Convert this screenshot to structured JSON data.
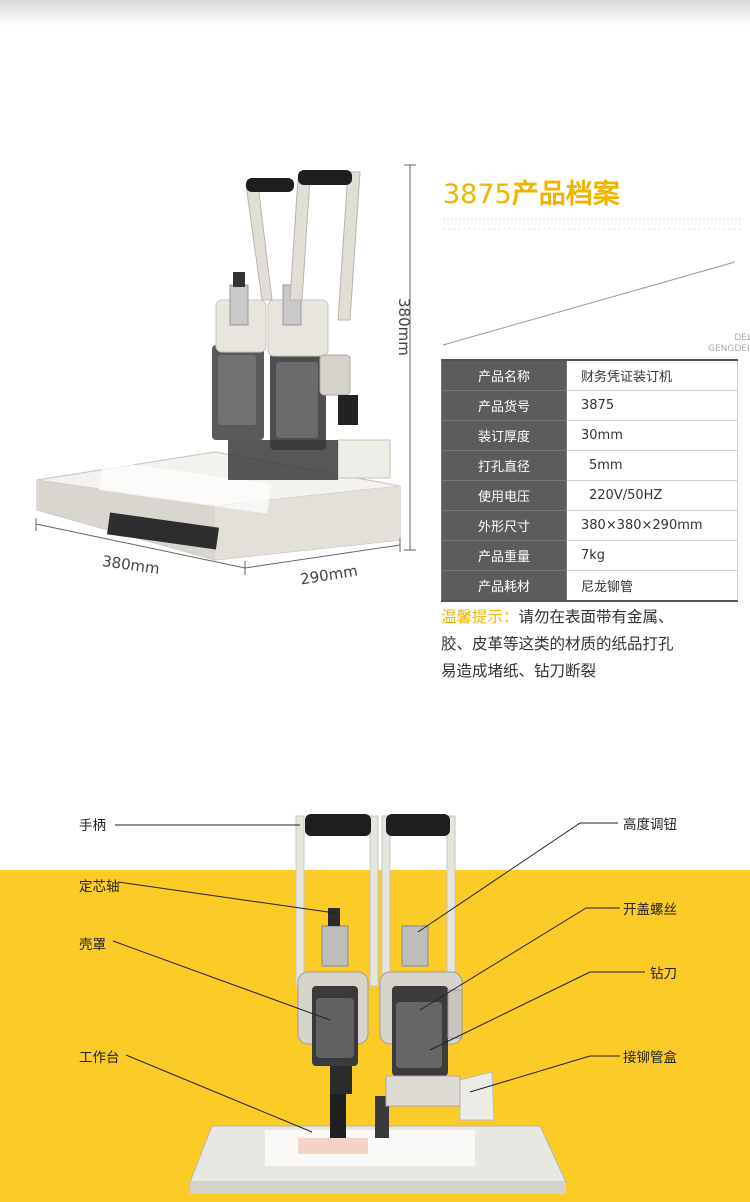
{
  "product_profile": {
    "title_number": "3875",
    "title_text": "产品档案",
    "brand_line1": "DELI",
    "brand_line2": "GENGDELI"
  },
  "dimensions": {
    "height": "380mm",
    "width": "380mm",
    "depth": "290mm"
  },
  "specs": [
    {
      "key": "产品名称",
      "value": "财务凭证装订机"
    },
    {
      "key": "产品货号",
      "value": "3875"
    },
    {
      "key": "装订厚度",
      "value": "30mm"
    },
    {
      "key": "打孔直径",
      "value": "5mm"
    },
    {
      "key": "使用电压",
      "value": "220V/50HZ"
    },
    {
      "key": "外形尺寸",
      "value": "380×380×290mm"
    },
    {
      "key": "产品重量",
      "value": "7kg"
    },
    {
      "key": "产品耗材",
      "value": "尼龙铆管"
    }
  ],
  "tip": {
    "label": "温馨提示：",
    "line1": "请勿在表面带有金属、",
    "line2": "胶、皮革等这类的材质的纸品打孔",
    "line3": "易造成堵纸、钻刀断裂"
  },
  "callouts": {
    "handle": "手柄",
    "core_shaft": "定芯轴",
    "housing": "壳罩",
    "worktable": "工作台",
    "height_knob": "高度调钮",
    "cover_screw": "开盖螺丝",
    "drill": "钻刀",
    "rivet_box": "接铆管盒"
  },
  "colors": {
    "accent": "#f0b400",
    "yellow_band": "#fbcb28",
    "table_key_bg": "#5c5c5c"
  }
}
